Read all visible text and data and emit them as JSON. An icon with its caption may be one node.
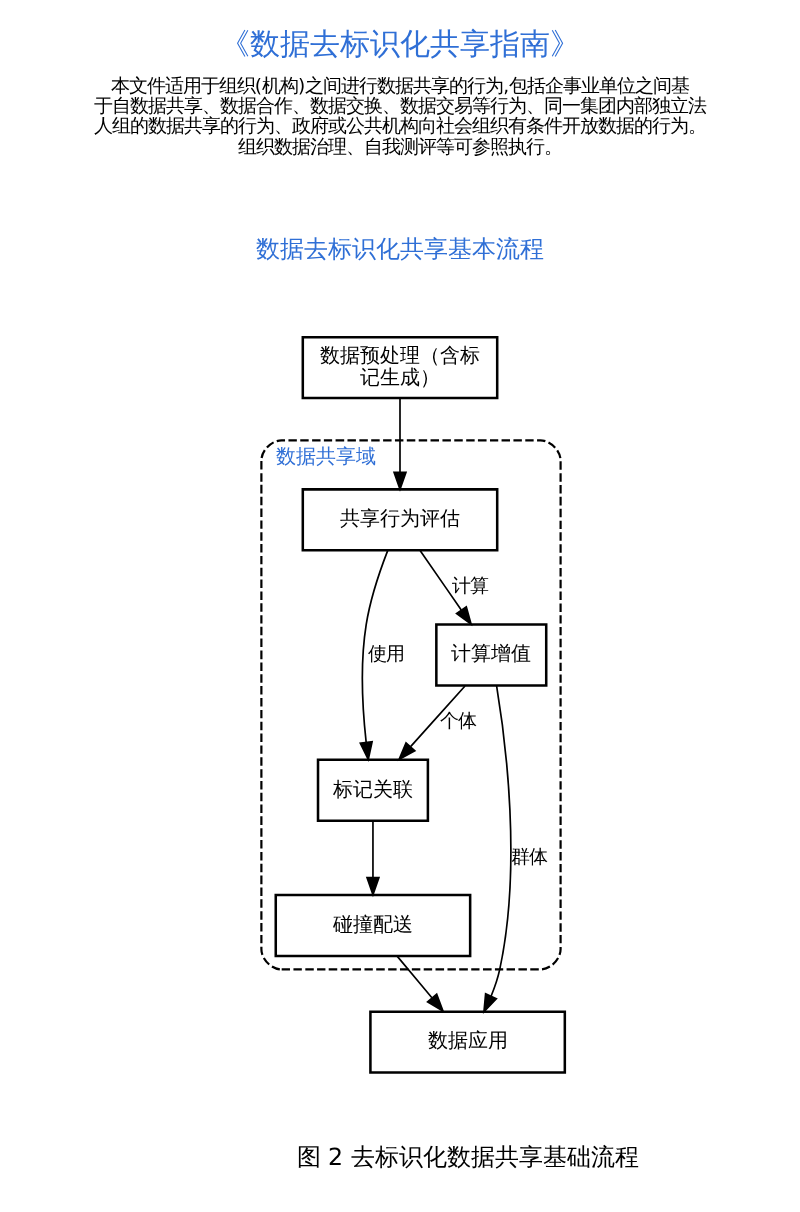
{
  "diagram": {
    "title": "《数据去标识化共享指南》",
    "caption": "图 2 去标识化数据共享基础流程",
    "nodes": [
      {
        "text": [
          "数据预处理（含标记生成）"
        ]
      },
      {
        "text": [
          "数据共享域"
        ]
      },
      {
        "text": [
          "共享行为评估"
        ],
        "in": 1
      },
      {
        "text": [
          "计算增值"
        ],
        "in": 1
      },
      {
        "text": [
          "标记关联"
        ],
        "in": 1
      },
      {
        "text": [
          "碰撞配送"
        ],
        "in": 1
      },
      {
        "text": [
          "数据应用"
        ]
      }
    ],
    "edges": [
      {
        "from": 0,
        "to": 2,
        "arrow": "to"
      },
      {
        "from": 2,
        "to": 3,
        "arrow": "to",
        "label": "计算"
      },
      {
        "from": 2,
        "to": 4,
        "arrow": "to",
        "label": "使用"
      },
      {
        "from": 3,
        "to": 4,
        "arrow": "to",
        "label": "个体"
      },
      {
        "from": 4,
        "to": 5,
        "arrow": "to"
      },
      {
        "from": 5,
        "to": 6,
        "arrow": "to"
      },
      {
        "from": 3,
        "to": 6,
        "arrow": "to",
        "label": "群体"
      }
    ],
    "labels": [
      "本文件适用于组织(机构)之间进行数据共享的行为,包括企事业单位之间基于自数据共享、数据合作、数据交换、数据交易等行为、同一集团内部独立法人组的数据共享的行为、政府或公共机构向社会组织有条件开放数据的行为。组织数据治理、自我测评等可参照执行。",
      "数据去标识化共享基本流程"
    ]
  }
}
